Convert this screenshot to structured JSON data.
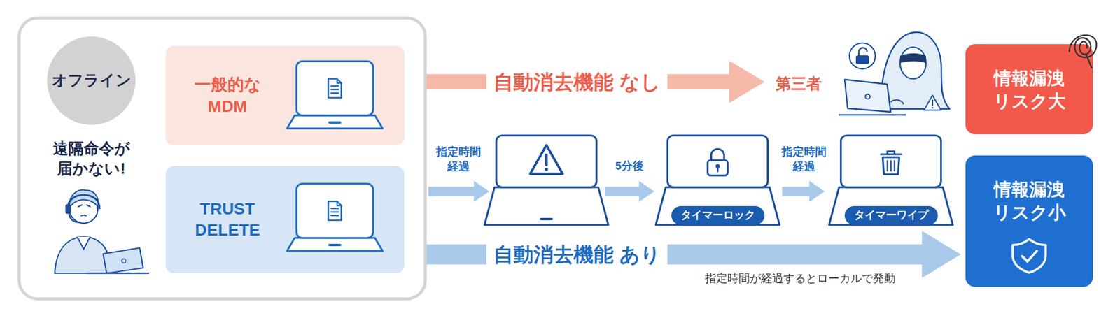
{
  "diagram": {
    "nodes": [
      {
        "text": [
          "遠隔命令が 届かない!"
        ]
      },
      {
        "text": [
          "オフライン"
        ],
        "in": 0
      },
      {
        "text": [
          "一般的な MDM"
        ],
        "in": 0
      },
      {
        "text": [
          "TRUST DELETE"
        ],
        "in": 0
      },
      {
        "text": [
          "第三者"
        ]
      },
      {
        "text": [
          "情報漏洩 リスク大"
        ]
      },
      {
        "text": [
          "タイマーロック"
        ]
      },
      {
        "text": [
          "タイマーワイプ"
        ]
      },
      {
        "text": [
          "情報漏洩 リスク小"
        ]
      }
    ],
    "edges": [
      {
        "from": 2,
        "to": 4,
        "arrow": "to",
        "label": "自動消去機能 なし"
      },
      {
        "from": 6,
        "to": 7,
        "arrow": "to",
        "label": "指定時間 経過"
      },
      {
        "from": 3,
        "to": 8,
        "arrow": "to",
        "label": "自動消去機能 あり"
      }
    ],
    "labels": [
      "指定時間 経過",
      "5分後",
      "指定時間が経過するとローカルで発動"
    ]
  }
}
